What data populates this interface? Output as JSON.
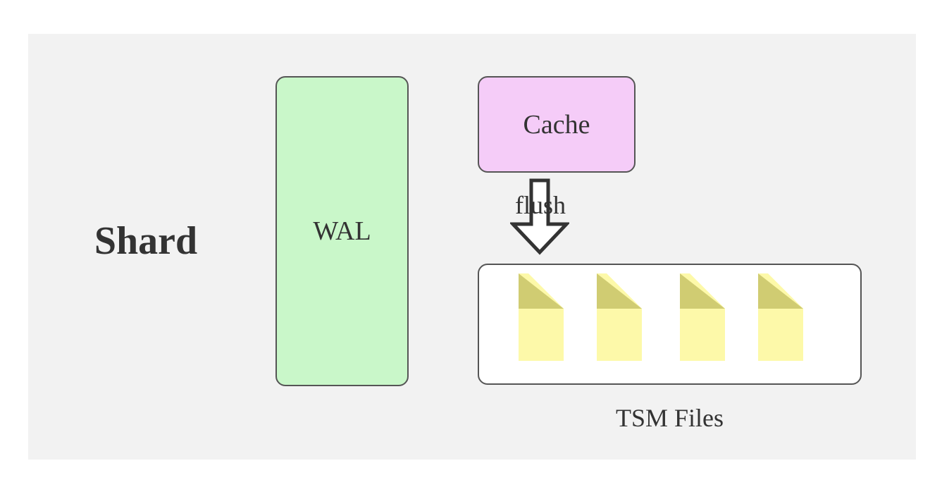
{
  "diagram": {
    "title": "Shard",
    "wal_label": "WAL",
    "cache_label": "Cache",
    "flush_label": "flush",
    "tsm_label": "TSM Files",
    "tsm_file_count": 4
  },
  "colors": {
    "background": "#f2f2f2",
    "wal_fill": "#c9f7c9",
    "cache_fill": "#f5ccf8",
    "file_body": "#fdf9a9",
    "file_fold": "#d0cc72",
    "border": "#555555"
  }
}
